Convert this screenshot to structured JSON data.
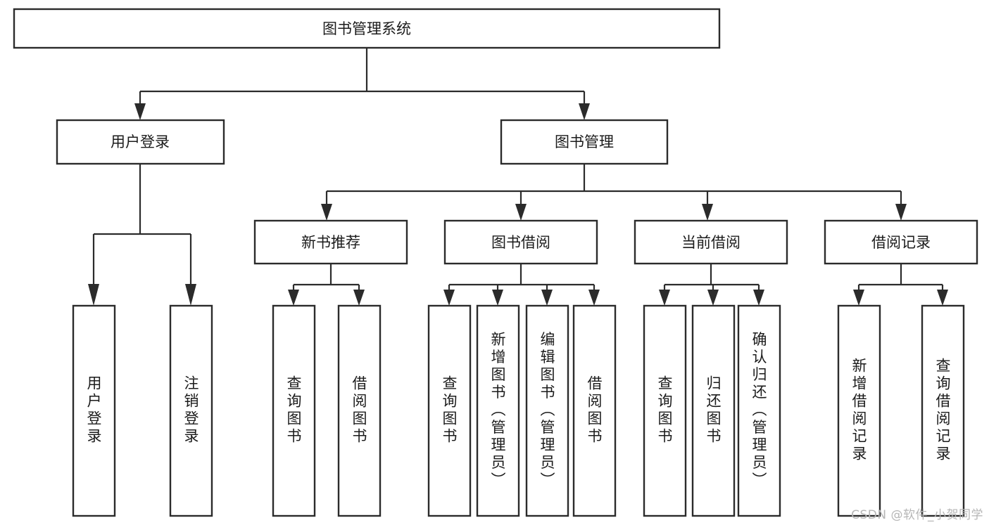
{
  "diagram": {
    "title": "图书管理系统",
    "type": "tree-hierarchy",
    "orientation": "top-down",
    "watermark": "CSDN @软件_小贺同学",
    "colors": {
      "background": "#ffffff",
      "box_fill": "#ffffff",
      "box_stroke": "#2b2b2b",
      "connector": "#2b2b2b",
      "text": "#1b1b1b",
      "watermark": "#b6b6b6"
    },
    "levels": [
      {
        "level": 1,
        "nodes": [
          {
            "id": "root",
            "label": "图书管理系统",
            "orientation": "horizontal"
          }
        ]
      },
      {
        "level": 2,
        "nodes": [
          {
            "id": "login",
            "label": "用户登录",
            "orientation": "horizontal",
            "parent": "root"
          },
          {
            "id": "bookmgmt",
            "label": "图书管理",
            "orientation": "horizontal",
            "parent": "root"
          }
        ]
      },
      {
        "level": 3,
        "nodes": [
          {
            "id": "newbook",
            "label": "新书推荐",
            "orientation": "horizontal",
            "parent": "bookmgmt"
          },
          {
            "id": "borrow",
            "label": "图书借阅",
            "orientation": "horizontal",
            "parent": "bookmgmt"
          },
          {
            "id": "current",
            "label": "当前借阅",
            "orientation": "horizontal",
            "parent": "bookmgmt"
          },
          {
            "id": "records",
            "label": "借阅记录",
            "orientation": "horizontal",
            "parent": "bookmgmt"
          }
        ]
      },
      {
        "level": 4,
        "nodes": [
          {
            "id": "leaf-1",
            "label": "用户登录",
            "orientation": "vertical",
            "parent": "login"
          },
          {
            "id": "leaf-2",
            "label": "注销登录",
            "orientation": "vertical",
            "parent": "login"
          },
          {
            "id": "leaf-3",
            "label": "查询图书",
            "orientation": "vertical",
            "parent": "newbook"
          },
          {
            "id": "leaf-4",
            "label": "借阅图书",
            "orientation": "vertical",
            "parent": "newbook"
          },
          {
            "id": "leaf-5",
            "label": "查询图书",
            "orientation": "vertical",
            "parent": "borrow"
          },
          {
            "id": "leaf-6",
            "label": "新增图书（管理员）",
            "orientation": "vertical",
            "parent": "borrow"
          },
          {
            "id": "leaf-7",
            "label": "编辑图书（管理员）",
            "orientation": "vertical",
            "parent": "borrow"
          },
          {
            "id": "leaf-8",
            "label": "借阅图书",
            "orientation": "vertical",
            "parent": "borrow"
          },
          {
            "id": "leaf-9",
            "label": "查询图书",
            "orientation": "vertical",
            "parent": "current"
          },
          {
            "id": "leaf-10",
            "label": "归还图书",
            "orientation": "vertical",
            "parent": "current"
          },
          {
            "id": "leaf-11",
            "label": "确认归还（管理员）",
            "orientation": "vertical",
            "parent": "current"
          },
          {
            "id": "leaf-12",
            "label": "新增借阅记录",
            "orientation": "vertical",
            "parent": "records"
          },
          {
            "id": "leaf-13",
            "label": "查询借阅记录",
            "orientation": "vertical",
            "parent": "records"
          }
        ]
      }
    ]
  }
}
